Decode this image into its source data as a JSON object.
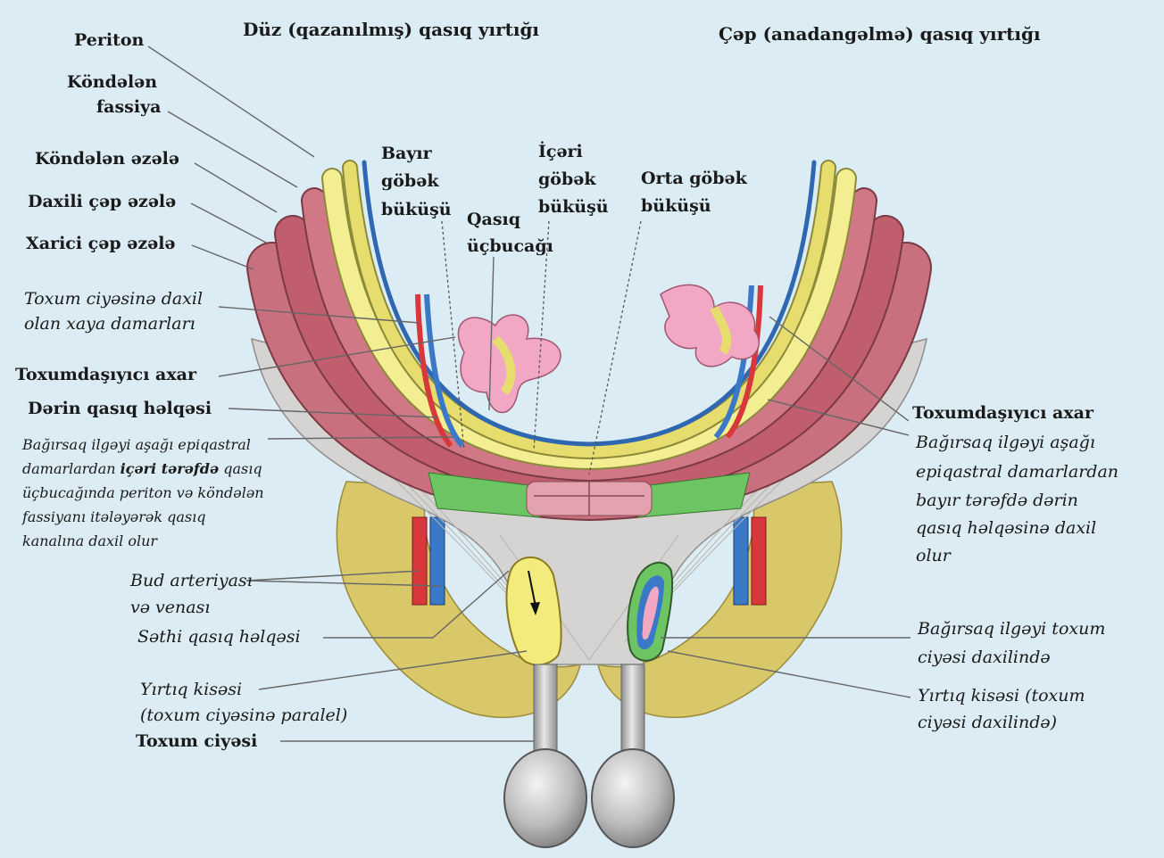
{
  "titles": {
    "left": "Düz (qazanılmış) qasıq yırtığı",
    "right": "Çəp (anadangəlmə) qasıq yırtığı"
  },
  "labels": {
    "periton": "Periton",
    "kondelen_fassiya_1": "Köndələn",
    "kondelen_fassiya_2": "fassiya",
    "kondelen_ezele": "Köndələn əzələ",
    "daxili_cep_ezele": "Daxili çəp əzələ",
    "xarici_cep_ezele": "Xarici çəp əzələ",
    "toxum_ciyesine_daxil_1": "Toxum ciyəsinə daxil",
    "toxum_ciyesine_daxil_2": "olan xaya damarları",
    "toxumdasiyici_axar_left": "Toxumdaşıyıcı axar",
    "derin_qasiq_helqesi": "Dərin qasıq həlqəsi",
    "direct_note_1": "Bağırsaq ilgəyi aşağı epiqastral",
    "direct_note_2a": "damarlardan ",
    "direct_note_2b": "içəri tərəfdə",
    "direct_note_2c": " qasıq",
    "direct_note_3": "üçbucağında periton və köndələn",
    "direct_note_4": "fassiyanı itələyərək qasıq",
    "direct_note_5": "kanalına daxil olur",
    "bayir_gobek_1": "Bayır",
    "bayir_gobek_2": "göbək",
    "bayir_gobek_3": "büküşü",
    "iceri_gobek_1": "İçəri",
    "iceri_gobek_2": "göbək",
    "iceri_gobek_3": "büküşü",
    "orta_gobek_1": "Orta göbək",
    "orta_gobek_2": "büküşü",
    "qasiq_ucbucagi_1": "Qasıq",
    "qasiq_ucbucagi_2": "üçbucağı",
    "bud_arteriyasi_1": "Bud arteriyası",
    "bud_arteriyasi_2": "və venası",
    "sethi_qasiq_helqesi": "Səthi qasıq həlqəsi",
    "yirtiq_kisesi_left_1": "Yırtıq kisəsi",
    "yirtiq_kisesi_left_2": "(toxum ciyəsinə paralel)",
    "toxum_ciyesi": "Toxum ciyəsi",
    "toxumdasiyici_axar_right": "Toxumdaşıyıcı axar",
    "indirect_note_1": "Bağırsaq ilgəyi aşağı",
    "indirect_note_2": "epiqastral damarlardan",
    "indirect_note_3": "bayır tərəfdə dərin",
    "indirect_note_4": "qasıq həlqəsinə daxil",
    "indirect_note_5": "olur",
    "bagirsaq_ilgeyi_1": "Bağırsaq ilgəyi toxum",
    "bagirsaq_ilgeyi_2": "ciyəsi daxilində",
    "yirtiq_kisesi_right_1": "Yırtıq kisəsi (toxum",
    "yirtiq_kisesi_right_2": "ciyəsi daxilində)"
  },
  "colors": {
    "background": "#dcecf4",
    "muscle": "#c9707e",
    "fat": "#e7dc6e",
    "fascia_yellow": "#f4ee92",
    "peritoneum": "#2f68b0",
    "bone": "#d8c86a",
    "aponeurosis": "#d6d4d2",
    "green": "#6cc463",
    "artery": "#d8373c",
    "vein": "#3a78c8",
    "sac": "#f3ec7c",
    "testis": "#b9b9b9",
    "intestine": "#f2a8c4",
    "leader": "#666666"
  }
}
